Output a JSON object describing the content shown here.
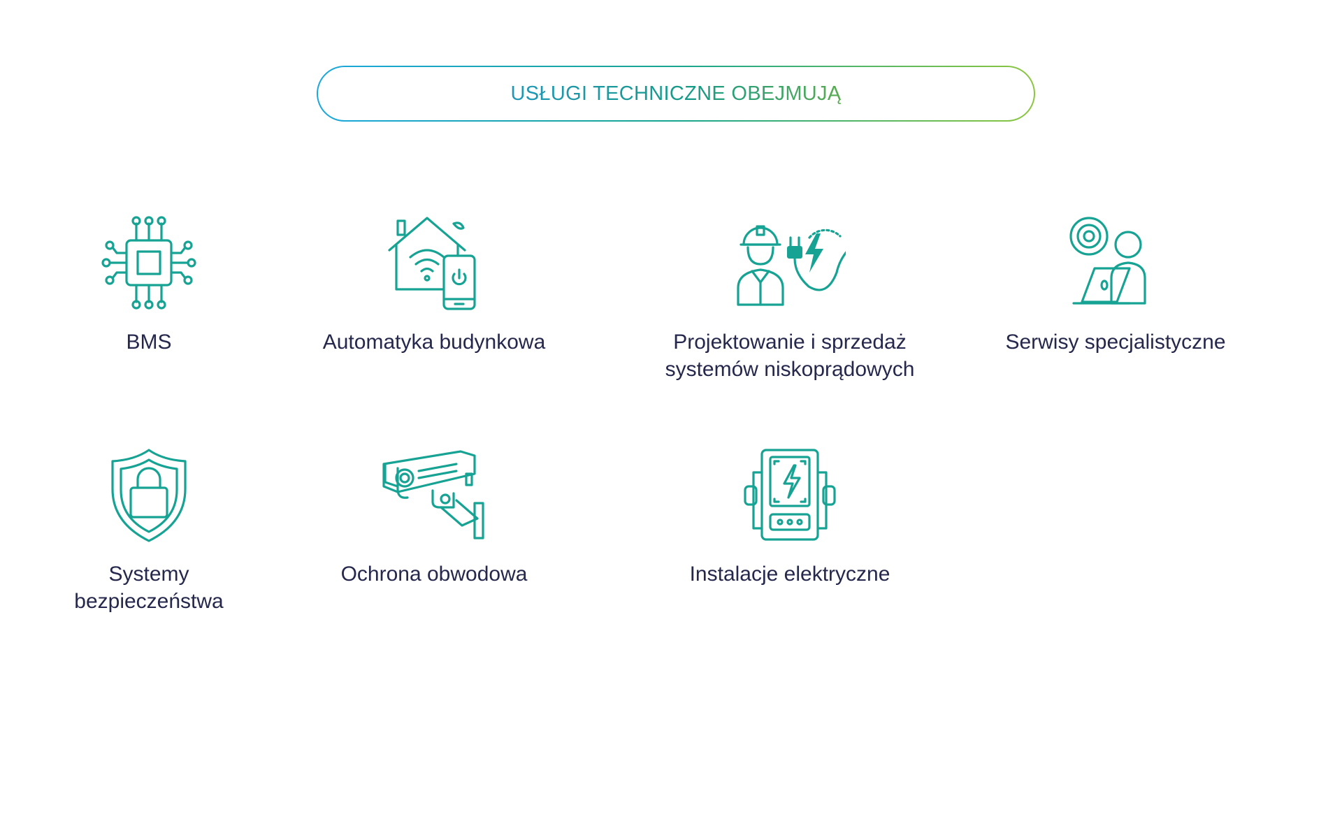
{
  "header": {
    "title": "USŁUGI TECHNICZNE OBEJMUJĄ"
  },
  "colors": {
    "icon": "#17a394",
    "label": "#25284c",
    "gradient_start": "#1aa7dd",
    "gradient_end": "#8cc63f"
  },
  "services": [
    {
      "icon": "circuit-chip-icon",
      "label": "BMS"
    },
    {
      "icon": "smart-home-icon",
      "label": "Automatyka budynkowa"
    },
    {
      "icon": "engineer-power-plug-icon",
      "label": "Projektowanie i sprzedaż\nsystemów niskoprądowych"
    },
    {
      "icon": "gear-person-laptop-icon",
      "label": "Serwisy specjalistyczne"
    },
    {
      "icon": "shield-padlock-icon",
      "label": "Systemy\nbezpieczeństwa"
    },
    {
      "icon": "cctv-camera-icon",
      "label": "Ochrona obwodowa"
    },
    {
      "icon": "electric-panel-icon",
      "label": "Instalacje elektryczne"
    }
  ]
}
